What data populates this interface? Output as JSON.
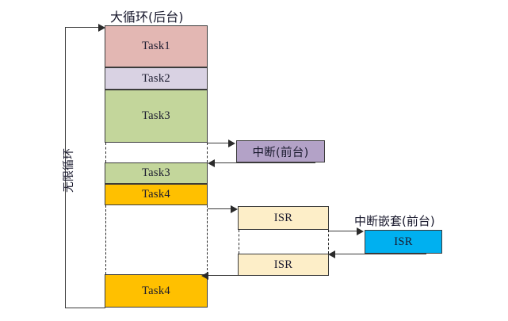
{
  "diagram": {
    "title_main": "大循环(后台)",
    "title_nested": "中断嵌套(前台)",
    "loop_label": "无限循环",
    "colors": {
      "task1": "#e3b7b3",
      "task2": "#d9d2e3",
      "task3": "#c3d69b",
      "task4": "#ffc000",
      "interrupt": "#b3a2c7",
      "isr": "#fdeec8",
      "isr_nested": "#00b0f0",
      "stroke": "#3b3b3b"
    },
    "background_column": {
      "blocks": [
        {
          "label": "Task1",
          "color_key": "task1"
        },
        {
          "label": "Task2",
          "color_key": "task2"
        },
        {
          "label": "Task3",
          "color_key": "task3"
        },
        {
          "label": "Task3",
          "color_key": "task3"
        },
        {
          "label": "Task4",
          "color_key": "task4"
        },
        {
          "label": "Task4",
          "color_key": "task4"
        }
      ]
    },
    "foreground": {
      "interrupt_box": "中断(前台)",
      "isr_box_1": "ISR",
      "isr_box_2": "ISR",
      "isr_nested_box": "ISR"
    },
    "footer_partial": ""
  }
}
